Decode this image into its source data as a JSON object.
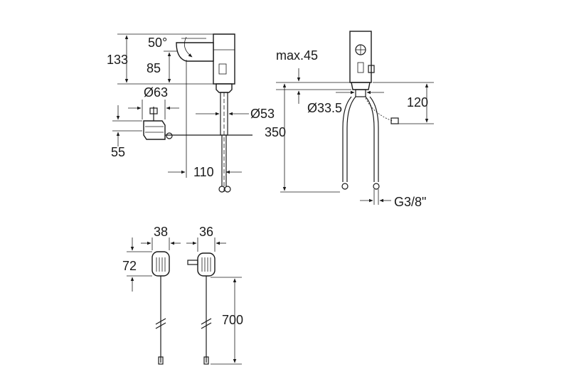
{
  "dimensions": {
    "angle": "50°",
    "height_133": "133",
    "height_85": "85",
    "dia_63": "Ø63",
    "dia_53": "Ø53",
    "depth_55": "55",
    "reach_110": "110",
    "max_45": "max.45",
    "dia_33_5": "Ø33.5",
    "height_350": "350",
    "height_120": "120",
    "thread": "G3/8\"",
    "width_38": "38",
    "width_36": "36",
    "height_72": "72",
    "cable_700": "700"
  },
  "colors": {
    "line": "#1a1a1a",
    "background": "#ffffff"
  }
}
